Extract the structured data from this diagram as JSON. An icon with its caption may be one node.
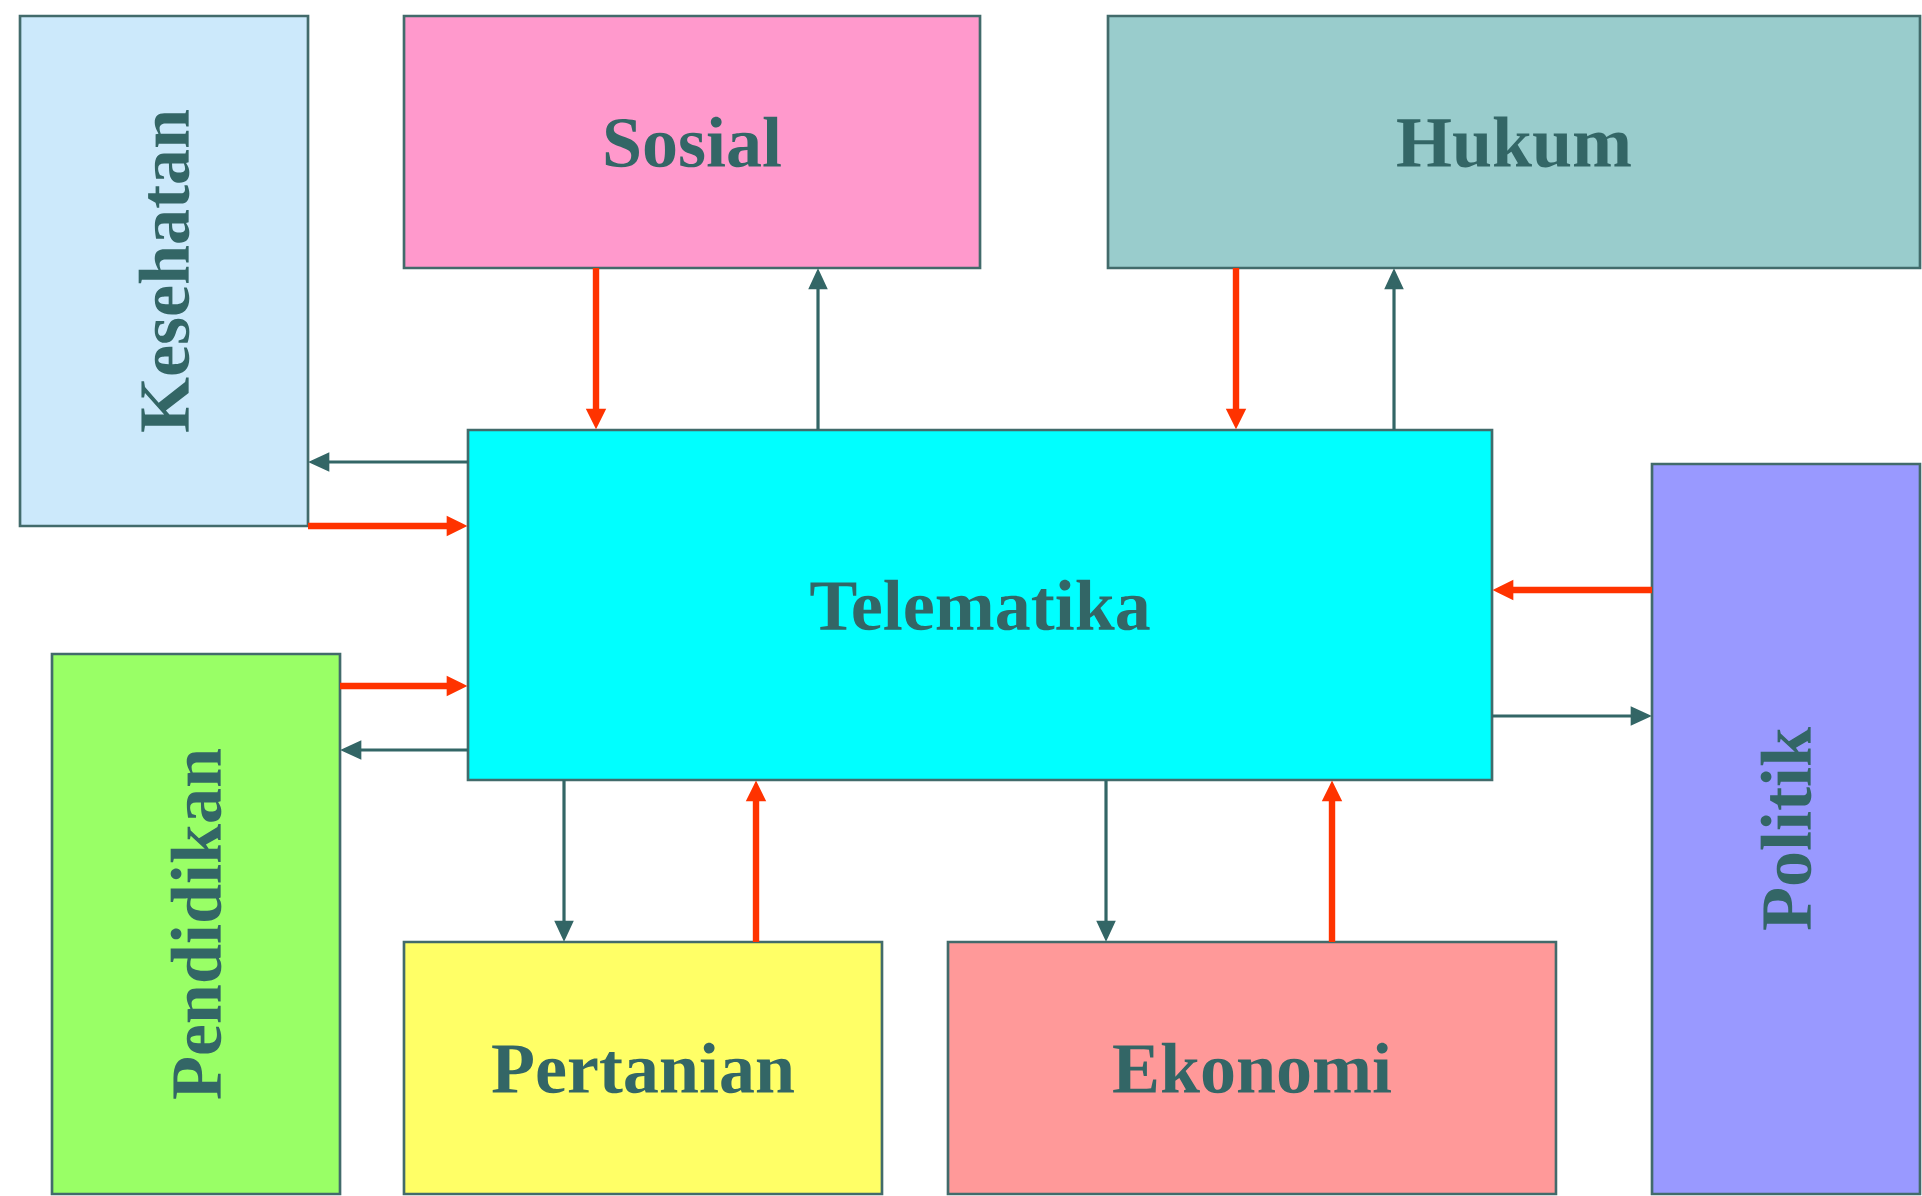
{
  "diagram": {
    "nodes": [
      {
        "text": [
          "Kesehatan"
        ]
      },
      {
        "text": [
          "Sosial"
        ]
      },
      {
        "text": [
          "Hukum"
        ]
      },
      {
        "text": [
          "Telematika"
        ]
      },
      {
        "text": [
          "Politik"
        ]
      },
      {
        "text": [
          "Pendidikan"
        ]
      },
      {
        "text": [
          "Pertanian"
        ]
      },
      {
        "text": [
          "Ekonomi"
        ]
      }
    ],
    "edges": [
      {
        "from": 1,
        "to": 3,
        "arrow": "to",
        "style": "thick",
        "color": "#ff3300"
      },
      {
        "from": 3,
        "to": 1,
        "arrow": "to",
        "color": "#336666"
      },
      {
        "from": 2,
        "to": 3,
        "arrow": "to",
        "style": "thick",
        "color": "#ff3300"
      },
      {
        "from": 3,
        "to": 2,
        "arrow": "to",
        "color": "#336666"
      },
      {
        "from": 3,
        "to": 0,
        "arrow": "to",
        "color": "#336666"
      },
      {
        "from": 0,
        "to": 3,
        "arrow": "to",
        "style": "thick",
        "color": "#ff3300"
      },
      {
        "from": 4,
        "to": 3,
        "arrow": "to",
        "style": "thick",
        "color": "#ff3300"
      },
      {
        "from": 5,
        "to": 3,
        "arrow": "to",
        "style": "thick",
        "color": "#ff3300"
      },
      {
        "from": 3,
        "to": 4,
        "arrow": "to",
        "color": "#336666"
      },
      {
        "from": 3,
        "to": 5,
        "arrow": "to",
        "color": "#336666"
      },
      {
        "from": 3,
        "to": 6,
        "arrow": "to",
        "color": "#336666"
      },
      {
        "from": 6,
        "to": 3,
        "arrow": "to",
        "style": "thick",
        "color": "#ff3300"
      },
      {
        "from": 3,
        "to": 7,
        "arrow": "to",
        "color": "#336666"
      },
      {
        "from": 7,
        "to": 3,
        "arrow": "to",
        "style": "thick",
        "color": "#ff3300"
      }
    ]
  }
}
